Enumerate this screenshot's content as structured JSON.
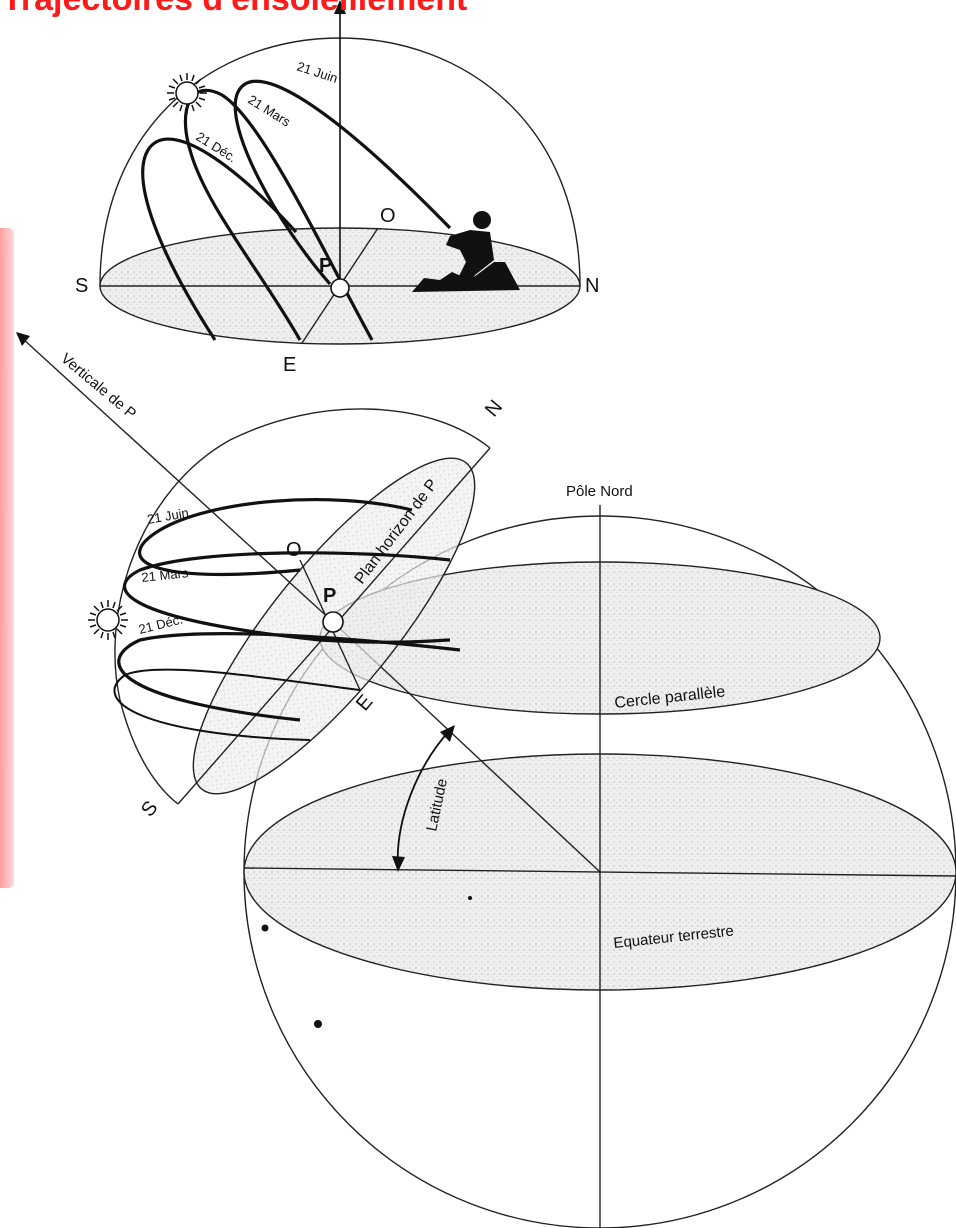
{
  "title": "Trajectoires d'ensoleillement",
  "top_diagram": {
    "dates": [
      "21 Juin",
      "21 Mars",
      "21 Déc."
    ],
    "point": "P",
    "cardinals": {
      "south": "S",
      "north": "N",
      "east": "E",
      "west": "O"
    }
  },
  "bottom_diagram": {
    "vertical_label": "Verticale de P",
    "horizon_label": "Plan horizon de P",
    "dates": [
      "21 Juin",
      "21 Mars",
      "21 Déc."
    ],
    "point": "P",
    "cardinals": {
      "south": "S",
      "north": "N",
      "east": "E",
      "west": "O"
    },
    "globe": {
      "north_pole": "Pôle Nord",
      "parallel": "Cercle parallèle",
      "latitude": "Latitude",
      "equator": "Equateur terrestre"
    }
  },
  "colors": {
    "title": "#ff1a1a",
    "side_bar": "#f5a0a0",
    "ink": "#111111",
    "horizon_fill": "#e2e2e2"
  }
}
